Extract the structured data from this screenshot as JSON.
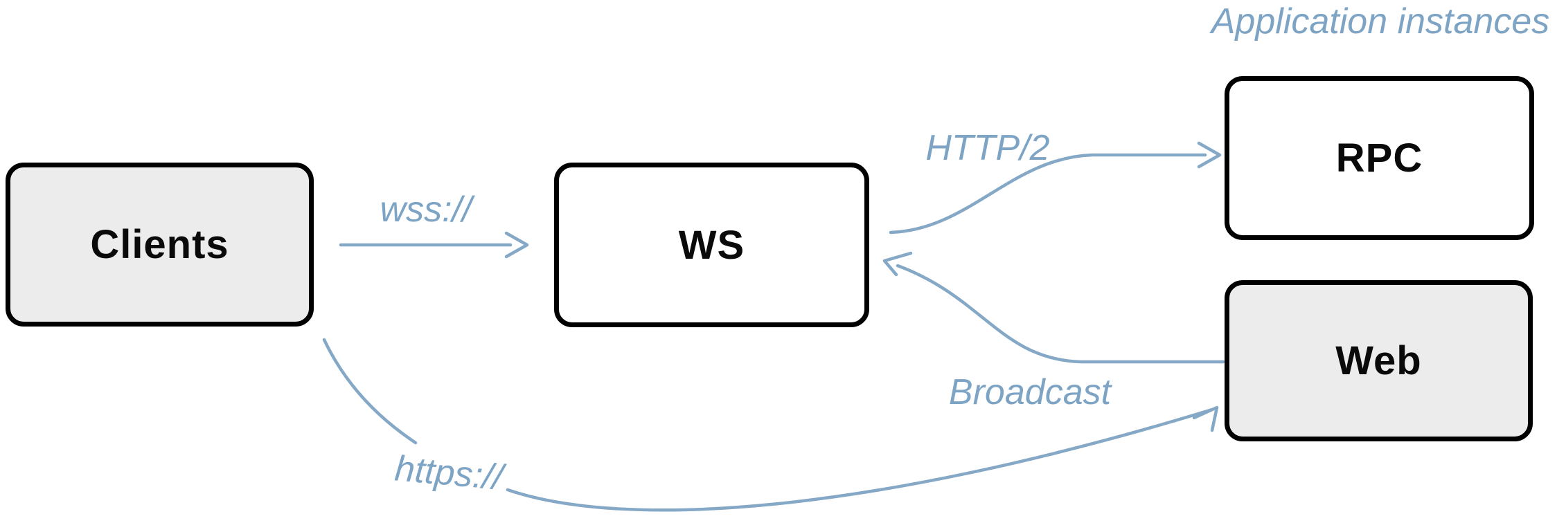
{
  "diagram": {
    "title_annotation": "Application instances",
    "colors": {
      "accent_blue": "#84a8c6",
      "label_blue": "#7da4c4",
      "box_border": "#000000",
      "box_fill_gray": "#ececec",
      "box_fill_white": "#ffffff",
      "background": "#ffffff"
    },
    "nodes": [
      {
        "id": "clients",
        "label": "Clients",
        "variant": "gray"
      },
      {
        "id": "ws",
        "label": "WS",
        "variant": "white"
      },
      {
        "id": "rpc",
        "label": "RPC",
        "variant": "white"
      },
      {
        "id": "web",
        "label": "Web",
        "variant": "gray"
      }
    ],
    "edges": [
      {
        "id": "wss",
        "label": "wss://",
        "from": "clients",
        "to": "ws"
      },
      {
        "id": "http2",
        "label": "HTTP/2",
        "from": "ws",
        "to": "rpc"
      },
      {
        "id": "broadcast",
        "label": "Broadcast",
        "from": "web",
        "to": "ws"
      },
      {
        "id": "https",
        "label": "https://",
        "from": "clients",
        "to": "web"
      }
    ]
  }
}
